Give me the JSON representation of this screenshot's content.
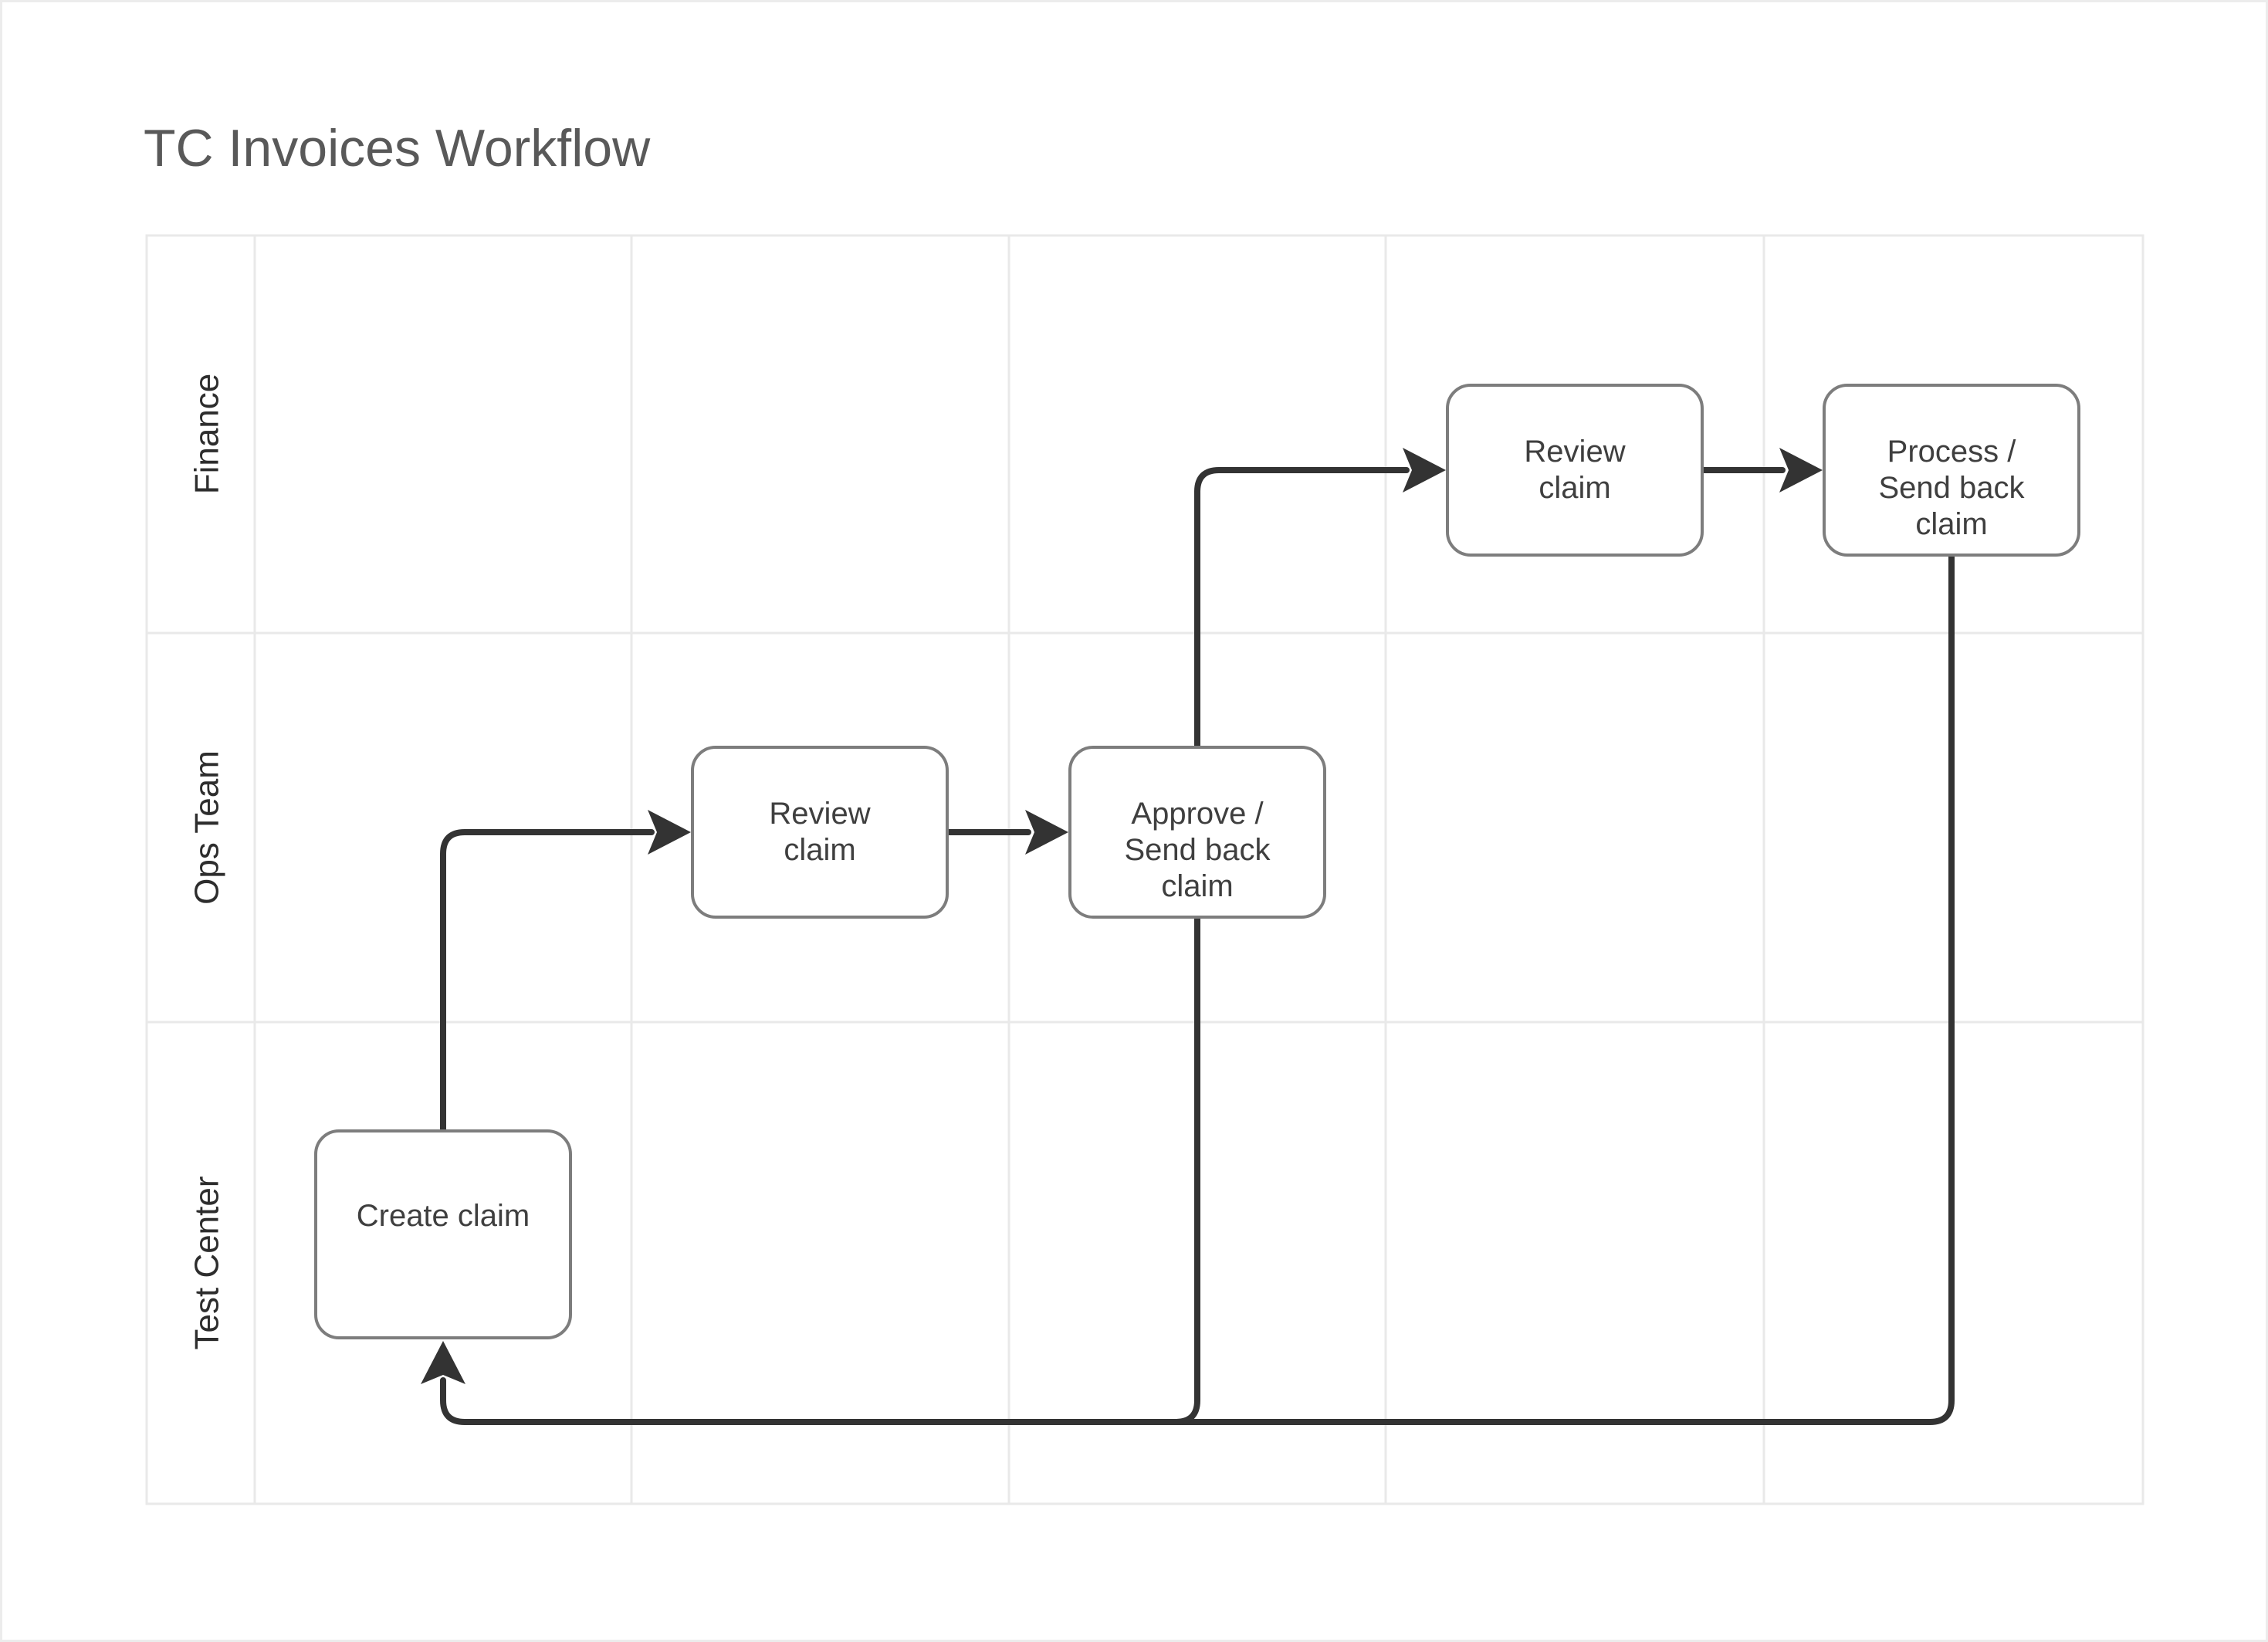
{
  "page": {
    "title": "TC Invoices Workflow"
  },
  "colors": {
    "background": "#ffffff",
    "title_text": "#595959",
    "lane_label_text": "#2d2d2d",
    "node_border": "#7d7d7d",
    "node_fill": "#ffffff",
    "node_text": "#3f3f3f",
    "grid_line": "#e9e9e9",
    "edge_stroke": "#333333"
  },
  "diagram": {
    "type": "swimlane-flowchart",
    "lanes": [
      {
        "label": "Finance"
      },
      {
        "label": "Ops Team"
      },
      {
        "label": "Test Center"
      }
    ],
    "nodes": [
      {
        "id": "create-claim",
        "lane": "Test Center",
        "lines": [
          "Create claim"
        ]
      },
      {
        "id": "ops-review-claim",
        "lane": "Ops Team",
        "lines": [
          "Review",
          "claim"
        ]
      },
      {
        "id": "approve-send-back-claim",
        "lane": "Ops Team",
        "lines": [
          "Approve /",
          "Send back",
          "claim"
        ]
      },
      {
        "id": "finance-review-claim",
        "lane": "Finance",
        "lines": [
          "Review",
          "claim"
        ]
      },
      {
        "id": "process-send-back-claim",
        "lane": "Finance",
        "lines": [
          "Process /",
          "Send back",
          "claim"
        ]
      }
    ],
    "edges": [
      {
        "from": "create-claim",
        "to": "ops-review-claim",
        "route": "up-then-right"
      },
      {
        "from": "ops-review-claim",
        "to": "approve-send-back-claim",
        "route": "right"
      },
      {
        "from": "approve-send-back-claim",
        "to": "finance-review-claim",
        "route": "up-then-right"
      },
      {
        "from": "finance-review-claim",
        "to": "process-send-back-claim",
        "route": "right"
      },
      {
        "from": "process-send-back-claim",
        "to": "create-claim",
        "route": "down-left-up"
      },
      {
        "from": "approve-send-back-claim",
        "to": "create-claim",
        "route": "down-join-return-line"
      }
    ]
  }
}
